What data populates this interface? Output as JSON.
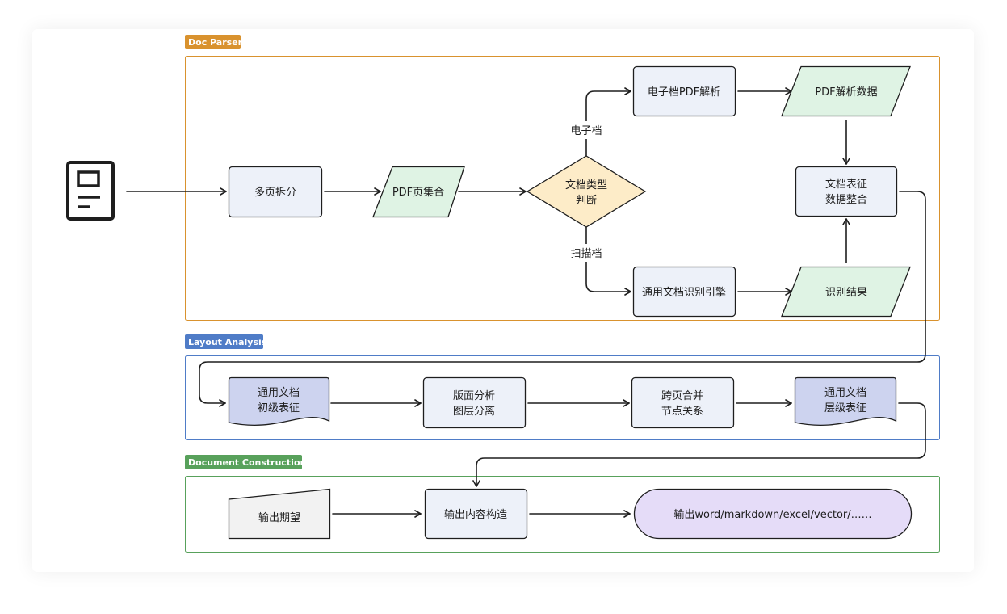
{
  "sections": {
    "doc_parser": {
      "label": "Doc Parser",
      "color": "#d9922e"
    },
    "layout_analysis": {
      "label": "Layout Analysis",
      "color": "#4f7cc7"
    },
    "document_construction": {
      "label": "Document Construction",
      "color": "#58a15b"
    }
  },
  "nodes": {
    "input_doc": {
      "icon": "document-icon"
    },
    "split_pages": {
      "line1": "多页拆分"
    },
    "pdf_page_set": {
      "line1": "PDF页集合"
    },
    "doc_type_judge": {
      "line1": "文档类型",
      "line2": "判断"
    },
    "electronic_parse": {
      "line1": "电子档PDF解析"
    },
    "pdf_parse_data": {
      "line1": "PDF解析数据"
    },
    "ocr_engine": {
      "line1": "通用文档识别引擎"
    },
    "ocr_result": {
      "line1": "识别结果"
    },
    "feature_merge": {
      "line1": "文档表征",
      "line2": "数据整合"
    },
    "primary_repr": {
      "line1": "通用文档",
      "line2": "初级表征"
    },
    "layout_layers": {
      "line1": "版面分析",
      "line2": "图层分离"
    },
    "cross_page": {
      "line1": "跨页合并",
      "line2": "节点关系"
    },
    "hier_repr": {
      "line1": "通用文档",
      "line2": "层级表征"
    },
    "output_expect": {
      "line1": "输出期望"
    },
    "output_build": {
      "line1": "输出内容构造"
    },
    "output_formats": {
      "line1": "输出word/markdown/excel/vector/……"
    }
  },
  "edge_labels": {
    "electronic": "电子档",
    "scanned": "扫描档"
  },
  "colors": {
    "process_fill": "#edf1f9",
    "data_fill": "#dff3e4",
    "decision_fill": "#fdecc8",
    "document_fill": "#cdd3ef",
    "manual_fill": "#f2f2f2",
    "terminal_fill": "#e5dcf8"
  }
}
